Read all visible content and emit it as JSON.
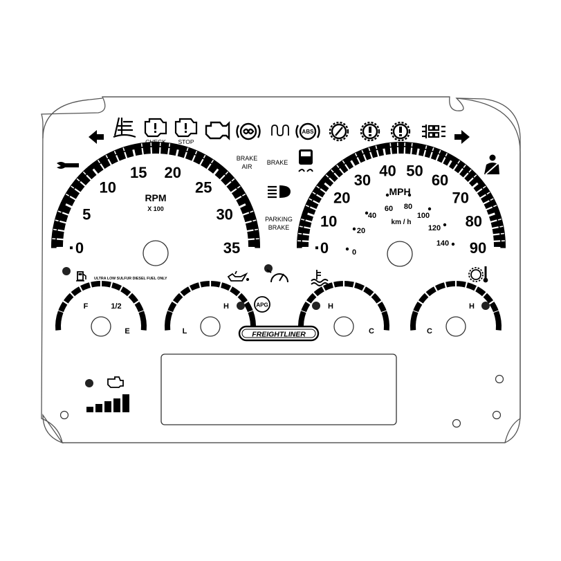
{
  "colors": {
    "ink": "#000000",
    "panel": "#ffffff"
  },
  "telltales": {
    "top_row": [
      {
        "icon": "left-turn-arrow-icon"
      },
      {
        "icon": "engine-fan-icon"
      },
      {
        "icon": "check-engine-icon",
        "label": "CHECK"
      },
      {
        "icon": "stop-engine-icon",
        "label": "STOP"
      },
      {
        "icon": "engine-icon"
      },
      {
        "icon": "brake-circle-icon"
      },
      {
        "icon": "glow-plug-icon"
      },
      {
        "icon": "abs-icon",
        "text": "ABS"
      },
      {
        "icon": "gear-warning-icon"
      },
      {
        "icon": "warning-circle-icon-1"
      },
      {
        "icon": "warning-circle-icon-2"
      },
      {
        "icon": "trailer-lamp-icon"
      },
      {
        "icon": "right-turn-arrow-icon"
      }
    ],
    "brake_air": [
      "BRAKE",
      "AIR"
    ],
    "brake": "BRAKE",
    "parking_brake": [
      "PARKING",
      "BRAKE"
    ],
    "apg": "APG",
    "fuel_note": "ULTRA LOW SULFUR DIESEL FUEL ONLY",
    "brand": "FREIGHTLINER"
  },
  "gauges": {
    "tachometer": {
      "title": "RPM",
      "subtitle": "X 100",
      "labels": [
        "0",
        "5",
        "10",
        "15",
        "20",
        "25",
        "30",
        "35"
      ],
      "min": 0,
      "max": 35
    },
    "speedometer": {
      "title": "MPH",
      "unit_km": "km / h",
      "labels": [
        "0",
        "10",
        "20",
        "30",
        "40",
        "50",
        "60",
        "70",
        "80",
        "90"
      ],
      "km_labels": [
        "0",
        "20",
        "40",
        "60",
        "80",
        "100",
        "120",
        "140"
      ],
      "min": 0,
      "max": 90
    },
    "fuel": {
      "labels": [
        "F",
        "1/2",
        "E"
      ]
    },
    "oil_pressure": {
      "labels": [
        "L",
        "H"
      ]
    },
    "coolant_temp": {
      "labels": [
        "H",
        "C"
      ]
    },
    "trans_temp": {
      "labels": [
        "H",
        "C"
      ]
    }
  }
}
